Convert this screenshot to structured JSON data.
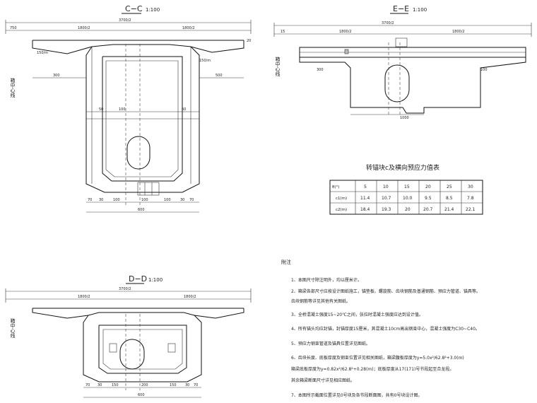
{
  "sections": {
    "cc": {
      "title": "C−C",
      "scale": "1:100",
      "dims": {
        "top_total": "3700/2",
        "left_over": "750",
        "half_left": "1800/2",
        "half_right": "1800/2",
        "d150": "150/m",
        "d300": "300",
        "d500": "500",
        "d50": "50",
        "d100": "100",
        "d60": "60",
        "bottom_dims": [
          "70",
          "30",
          "100",
          "100",
          "100",
          "30",
          "70"
        ],
        "total": "600",
        "side": "20"
      },
      "side_text": "箱中心线"
    },
    "ee": {
      "title": "E−E",
      "scale": "1:100",
      "dims": {
        "top_total": "3700/2",
        "left": "15",
        "half_left": "1800/2",
        "half_right": "1800/2",
        "d300": "300",
        "d100": "100",
        "bottom": "1000"
      },
      "side_text": "箱中心线"
    },
    "dd": {
      "title": "D−D",
      "scale": "1:100",
      "dims": {
        "top_total": "3700/2",
        "half_left": "1800/2",
        "half_right": "1800/2",
        "bottom_dims": [
          "70",
          "30",
          "150",
          "200",
          "150",
          "30",
          "70"
        ],
        "total": "600"
      },
      "side_text": "箱中心线"
    }
  },
  "table": {
    "title": "转锚块c及横向预应力值表",
    "row_headers": [
      "θ(°)",
      "c1(m)",
      "c2(m)"
    ],
    "columns": [
      "5",
      "10",
      "15",
      "20",
      "25",
      "30"
    ],
    "rows": [
      [
        "11.4",
        "10.7",
        "10.0",
        "9.5",
        "8.5",
        "7.8"
      ],
      [
        "18.4",
        "19.3",
        "20",
        "20.7",
        "21.4",
        "22.1"
      ]
    ]
  },
  "notes": {
    "heading": "附注",
    "items": [
      "1、本图尺寸除注明外，均以厘米计。",
      "2、箱梁各部尺寸应按设计图纸施工，锚垫板、螺旋筋、齿块钢筋及普通钢筋、预应力管道、锚具等。",
      "   齿块钢筋等详见其他有关图纸。",
      "3、全桥混凝土强度15~20℃之间，张拉时混凝土强度应达到设计值。",
      "4、所有锚头均应封锚，封锚厚度15厘米，其混凝土10cm高出钢束中心，混凝土强度为C30~C40。",
      "5、预应力钢束管道及锚具位置详见图纸。",
      "6、齿块长度、底板厚度及钢束位置详见相关图纸，箱梁腹板厚度为y=5.0x²/62.8²+3.0(m)",
      "   箱梁底板厚度为y=0.82x²/62.8²+0.28(m)；底板厚度从17(171)号节段起至合龙段。",
      "   其余箱梁断面尺寸详见相应图纸。",
      "7、本图所示截面位置详见0号块及各节段断面图，共有0号块设计图。"
    ]
  }
}
